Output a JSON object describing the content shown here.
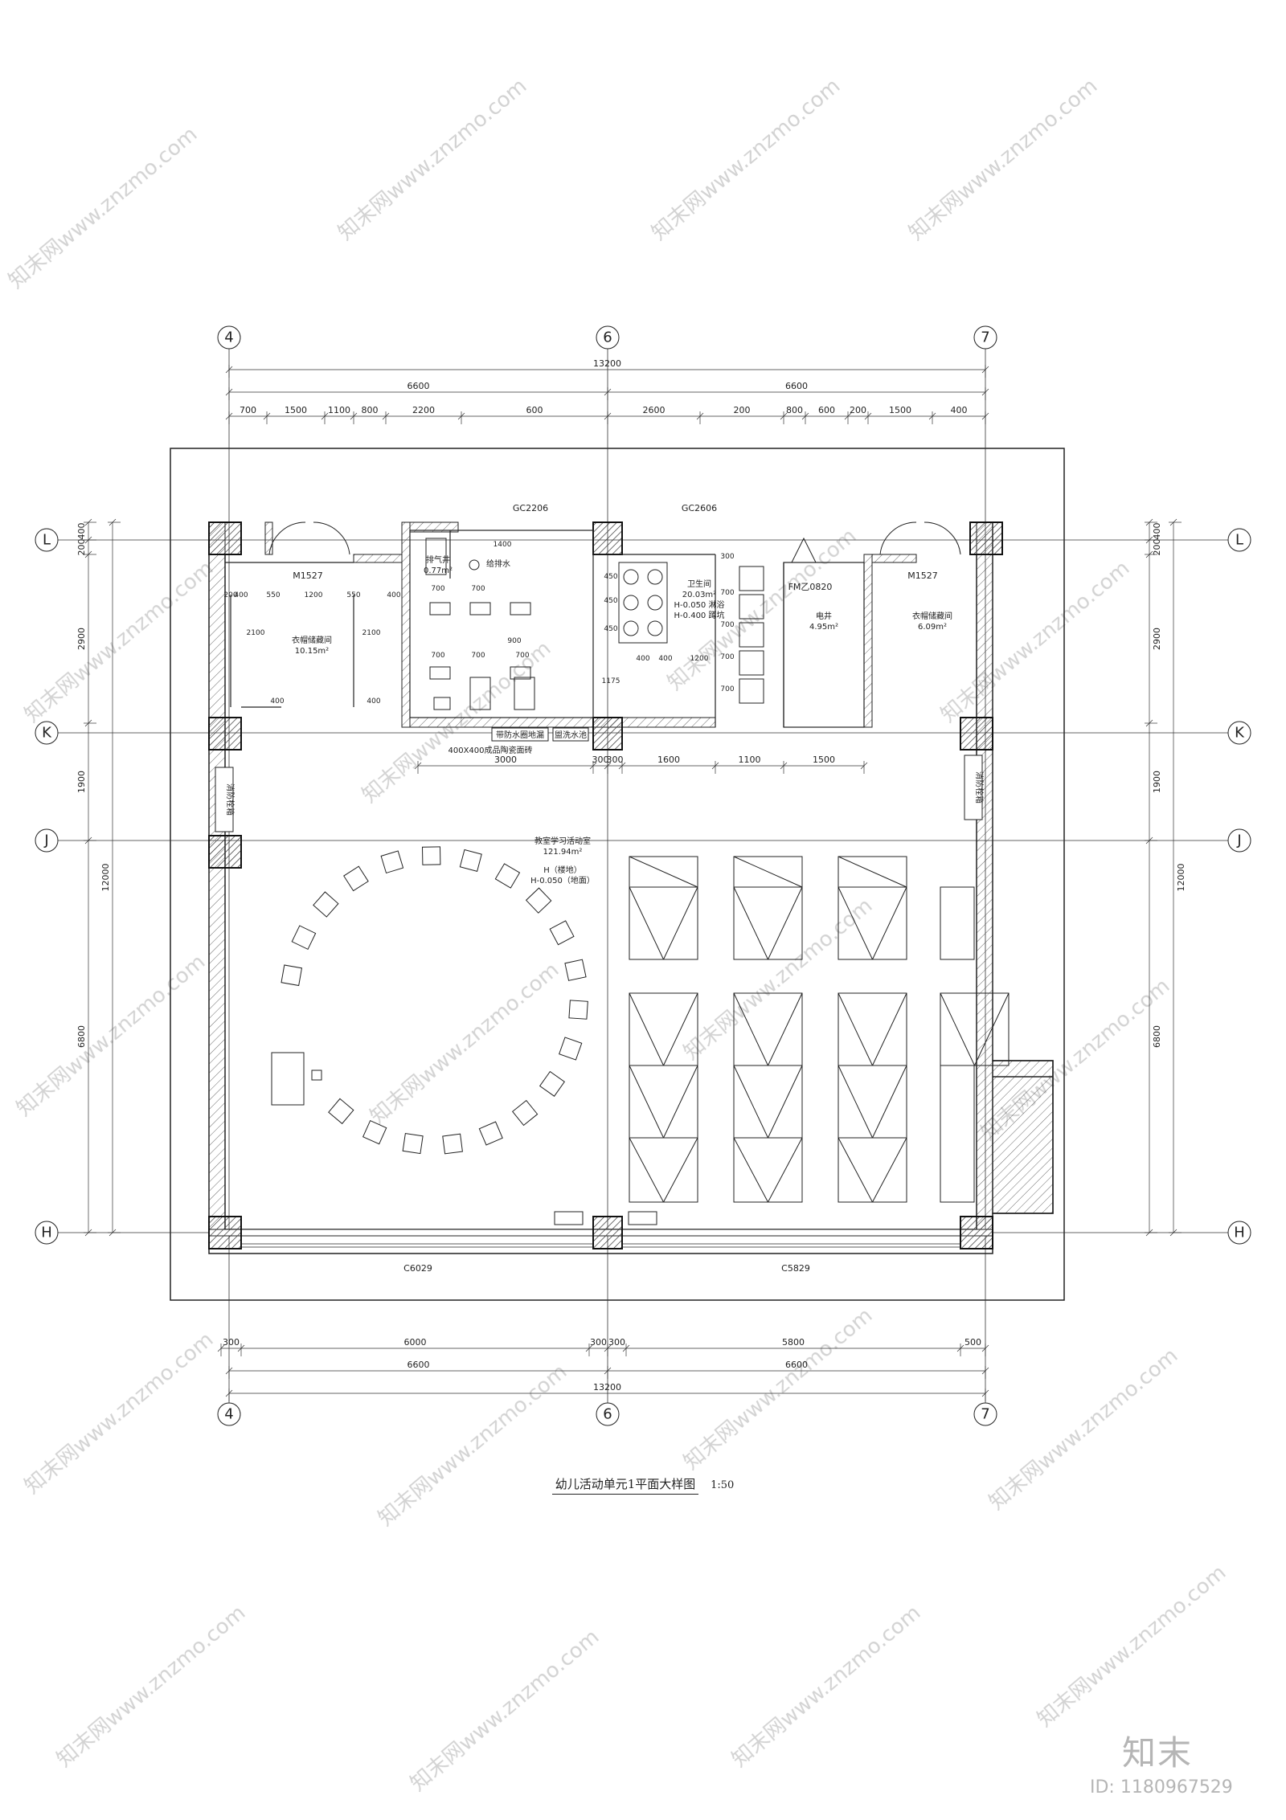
{
  "axes": {
    "columns": [
      "4",
      "6",
      "7"
    ],
    "rows": [
      "L",
      "K",
      "J",
      "H"
    ]
  },
  "dimensions": {
    "top_total": "13200",
    "top_halves": [
      "6600",
      "6600"
    ],
    "top_segments": [
      "700",
      "1500",
      "1100",
      "800",
      "2200",
      "600",
      "2600",
      "200",
      "800",
      "600",
      "200",
      "1500",
      "400"
    ],
    "bottom_segments": [
      "300",
      "6000",
      "300",
      "300",
      "5800",
      "500"
    ],
    "bottom_halves": [
      "6600",
      "6600"
    ],
    "bottom_total": "13200",
    "left_segments": [
      "400",
      "200",
      "2900",
      "1900",
      "6800"
    ],
    "left_total": "12000",
    "right_segments": [
      "400",
      "200",
      "2900",
      "1900",
      "6800"
    ],
    "right_total": "12000",
    "interior_row": [
      "3000",
      "300",
      "300",
      "1600",
      "1100",
      "1500"
    ],
    "left_room_dims": [
      "400",
      "550",
      "1200",
      "550",
      "400",
      "200",
      "2100",
      "2100",
      "400",
      "400"
    ],
    "toilet_dims": [
      "1400",
      "700",
      "700",
      "900",
      "700",
      "700",
      "700",
      "400",
      "400",
      "1200",
      "450",
      "450",
      "450",
      "1175",
      "300",
      "700",
      "700",
      "700",
      "700"
    ]
  },
  "windows": {
    "top_left": "GC2206",
    "top_right": "GC2606",
    "bottom_left": "C6029",
    "bottom_right": "C5829"
  },
  "doors": {
    "left": "M1527",
    "right": "M1527",
    "fire": "FM乙0820"
  },
  "rooms": {
    "coat_left": {
      "name": "衣帽储藏间",
      "area": "10.15m²"
    },
    "vent": {
      "name": "排气井",
      "area": "0.77m²"
    },
    "supply": {
      "name": "给排水"
    },
    "toilet": {
      "name": "卫生间",
      "area": "20.03m²",
      "level1": "H-0.050 淋浴",
      "level2": "H-0.400 蹲坑"
    },
    "electric": {
      "name": "电井",
      "area": "4.95m²"
    },
    "coat_right": {
      "name": "衣帽储藏间",
      "area": "6.09m²"
    },
    "activity": {
      "name": "教室学习活动室",
      "area": "121.94m²",
      "level1": "H（楼地）",
      "level2": "H-0.050（地面）"
    }
  },
  "notes": {
    "floor_drain": "带防水圈地漏",
    "basin": "盥洗水池",
    "tile": "400X400成品陶瓷面砖",
    "cabinet_left": "消防栓箱",
    "cabinet_right": "消防栓箱"
  },
  "title": {
    "text": "幼儿活动单元1平面大样图",
    "scale": "1:50"
  },
  "watermark": {
    "text": "知末网www.znzmo.com",
    "brand": "知末",
    "id": "ID: 1180967529"
  },
  "colors": {
    "line": "#222222",
    "hatch": "#444444",
    "watermark": "#cfcfcf"
  }
}
